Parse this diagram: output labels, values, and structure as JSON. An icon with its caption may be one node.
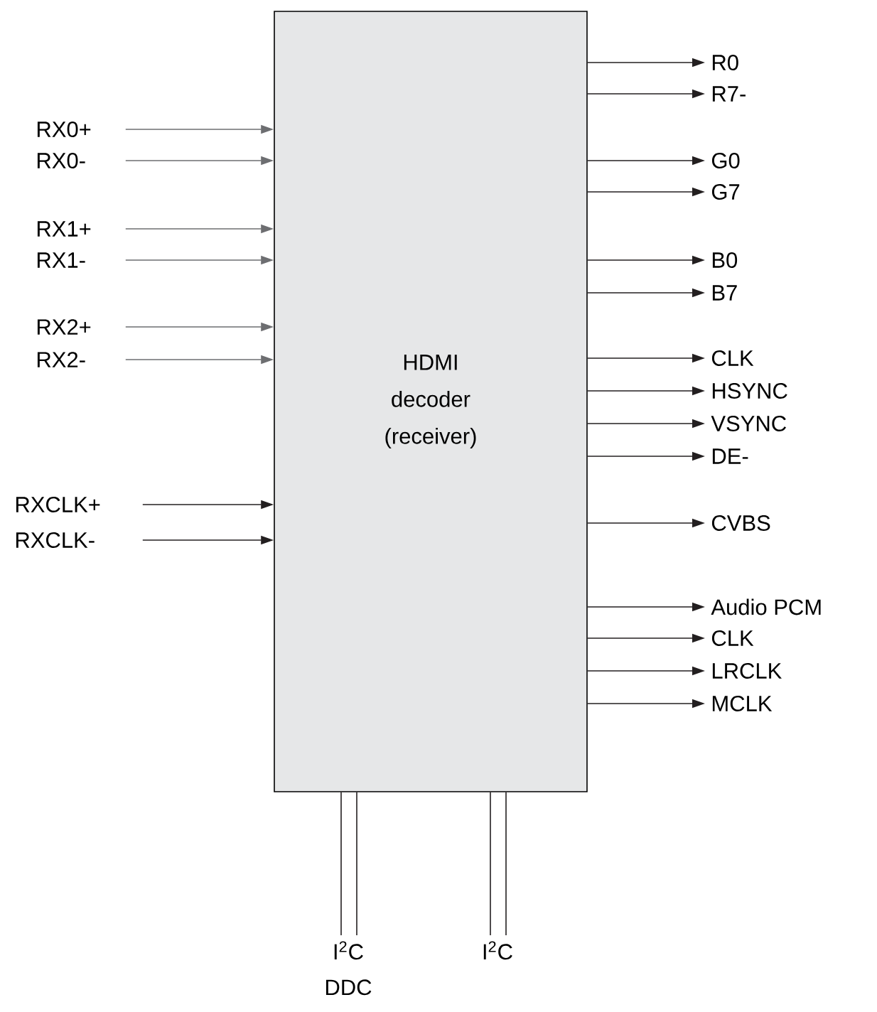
{
  "diagram": {
    "nodes": [
      {
        "text": [
          "HDMI decoder (receiver)"
        ]
      },
      {
        "text": [
          "RX0+"
        ]
      },
      {
        "text": [
          "RX0-"
        ]
      },
      {
        "text": [
          "RX1+"
        ]
      },
      {
        "text": [
          "RX1-"
        ]
      },
      {
        "text": [
          "RX2+"
        ]
      },
      {
        "text": [
          "RX2-"
        ]
      },
      {
        "text": [
          "RXCLK+"
        ]
      },
      {
        "text": [
          "RXCLK-"
        ]
      },
      {
        "text": [
          "R0"
        ]
      },
      {
        "text": [
          "R7-"
        ]
      },
      {
        "text": [
          "G0"
        ]
      },
      {
        "text": [
          "G7"
        ]
      },
      {
        "text": [
          "B0"
        ]
      },
      {
        "text": [
          "B7"
        ]
      },
      {
        "text": [
          "CLK"
        ]
      },
      {
        "text": [
          "HSYNC"
        ]
      },
      {
        "text": [
          "VSYNC"
        ]
      },
      {
        "text": [
          "DE-"
        ]
      },
      {
        "text": [
          "CVBS"
        ]
      },
      {
        "text": [
          "Audio PCM"
        ]
      },
      {
        "text": [
          "CLK"
        ]
      },
      {
        "text": [
          "LRCLK"
        ]
      },
      {
        "text": [
          "MCLK"
        ]
      },
      {
        "text": [
          "I$^{2}$C DDC"
        ]
      },
      {
        "text": [
          "I$^{2}$C"
        ]
      }
    ],
    "edges": [
      {
        "from": 1,
        "to": 0,
        "arrow": "to",
        "color": "#6d6e71"
      },
      {
        "from": 2,
        "to": 0,
        "arrow": "to",
        "color": "#6d6e71"
      },
      {
        "from": 3,
        "to": 0,
        "arrow": "to",
        "color": "#6d6e71"
      },
      {
        "from": 4,
        "to": 0,
        "arrow": "to",
        "color": "#6d6e71"
      },
      {
        "from": 5,
        "to": 0,
        "arrow": "to",
        "color": "#6d6e71"
      },
      {
        "from": 6,
        "to": 0,
        "arrow": "to",
        "color": "#6d6e71"
      },
      {
        "from": 7,
        "to": 0,
        "arrow": "to"
      },
      {
        "from": 8,
        "to": 0,
        "arrow": "to"
      },
      {
        "from": 0,
        "to": 9,
        "arrow": "to"
      },
      {
        "from": 0,
        "to": 10,
        "arrow": "to"
      },
      {
        "from": 0,
        "to": 11,
        "arrow": "to"
      },
      {
        "from": 0,
        "to": 12,
        "arrow": "to"
      },
      {
        "from": 0,
        "to": 13,
        "arrow": "to"
      },
      {
        "from": 0,
        "to": 14,
        "arrow": "to"
      },
      {
        "from": 0,
        "to": 15,
        "arrow": "to"
      },
      {
        "from": 0,
        "to": 16,
        "arrow": "to"
      },
      {
        "from": 0,
        "to": 17,
        "arrow": "to"
      },
      {
        "from": 0,
        "to": 18,
        "arrow": "to"
      },
      {
        "from": 0,
        "to": 19,
        "arrow": "to"
      },
      {
        "from": 0,
        "to": 20,
        "arrow": "to"
      },
      {
        "from": 0,
        "to": 21,
        "arrow": "to"
      },
      {
        "from": 0,
        "to": 22,
        "arrow": "to"
      },
      {
        "from": 0,
        "to": 23,
        "arrow": "to"
      },
      {
        "from": 0,
        "to": 24,
        "arrow": "none"
      },
      {
        "from": 0,
        "to": 24,
        "arrow": "none"
      },
      {
        "from": 0,
        "to": 25,
        "arrow": "none"
      },
      {
        "from": 0,
        "to": 25,
        "arrow": "none"
      }
    ]
  }
}
